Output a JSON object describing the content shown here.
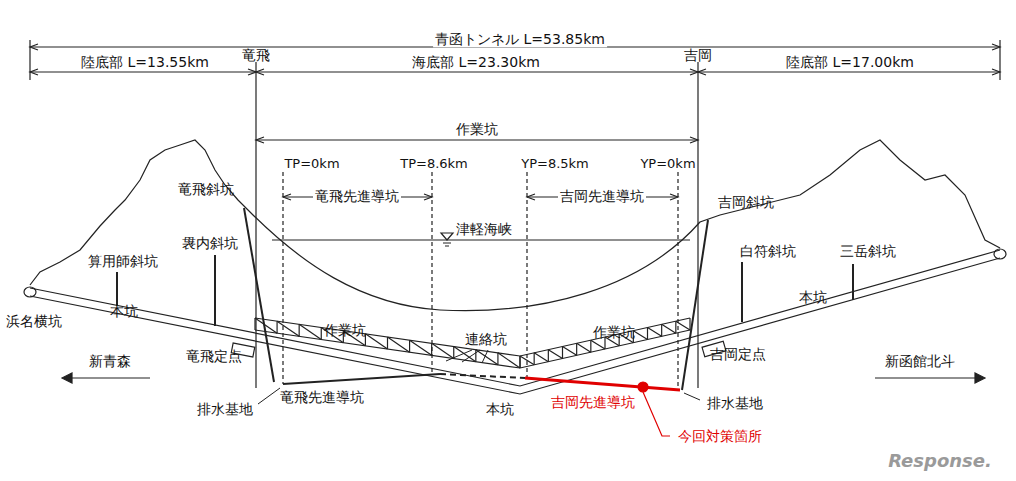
{
  "diagram": {
    "labels": [
      "青函トンネル L=53.85km",
      "陸底部 L=13.55km",
      "竜飛",
      "海底部 L=23.30km",
      "吉岡",
      "陸底部 L=17.00km",
      "作業坑",
      "TP=0km",
      "TP=8.6km",
      "YP=8.5km",
      "YP=0km",
      "竜飛先進導坑",
      "吉岡先進導坑",
      "竜飛斜坑",
      "吉岡斜坑",
      "津軽海峡",
      "算用師斜坑",
      "袰内斜坑",
      "白符斜坑",
      "三岳斜坑",
      "浜名横坑",
      "本坑",
      "作業坑",
      "連絡坑",
      "作業坑",
      "本坑",
      "新青森",
      "竜飛定点",
      "吉岡定点",
      "新函館北斗",
      "排水基地",
      "竜飛先進導坑",
      "本坑",
      "吉岡先進導坑",
      "排水基地",
      "今回対策箇所",
      "Response."
    ]
  }
}
